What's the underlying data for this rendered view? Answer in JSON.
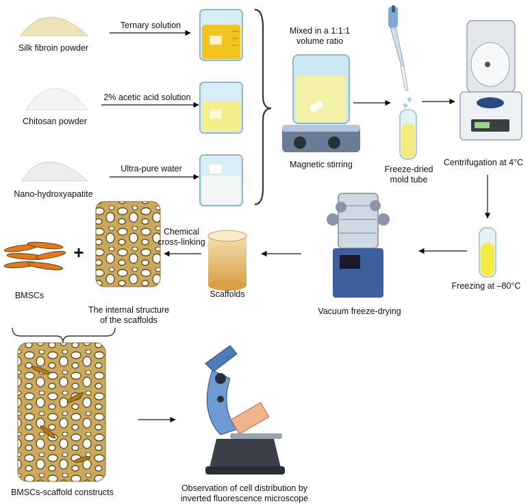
{
  "materials": [
    {
      "name": "Silk fibroin powder",
      "solvent": "Ternary solution",
      "color": "#f2c41c"
    },
    {
      "name": "Chitosan powder",
      "solvent": "2% acetic acid solution",
      "color": "#f3ef8a"
    },
    {
      "name": "Nano-hydroxyapatite",
      "solvent": "Ultra-pure water",
      "color": "#f4f6f6"
    }
  ],
  "steps": {
    "mix_note": "Mixed in a 1:1:1\nvolume ratio",
    "stirring": "Magnetic stirring",
    "mold_tube": "Freeze-dried\nmold tube",
    "centrifugation": "Centrifugation at 4°C",
    "freezing": "Freezing at –80°C",
    "vacuum": "Vacuum freeze-drying",
    "scaffolds": "Scaffolds",
    "crosslink": "Chemical\ncross-linking",
    "internal": "The internal structure\nof the scaffolds",
    "cells": "BMSCs",
    "plus": "+",
    "construct": "BMSCs-scaffold constructs",
    "observation": "Observation of cell distribution by\ninverted fluorescence microscope"
  },
  "colors": {
    "porous": "#c9a55a",
    "porous_dark": "#8a6a2a",
    "beaker_glass": "#bfe6f3",
    "instrument_blue": "#5b7fb8",
    "cell_orange": "#e07a1c"
  }
}
